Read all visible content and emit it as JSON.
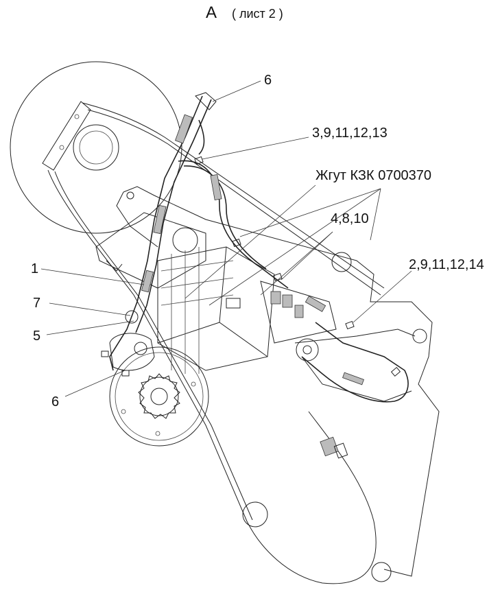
{
  "header": {
    "view_letter": "А",
    "sheet_note": "( лист 2 )"
  },
  "callouts": {
    "top_6": "6",
    "c_3_9_11_12_13": "3,9,11,12,13",
    "harness": "Жгут КЗК 0700370",
    "c_4_8_10": "4,8,10",
    "c_1": "1",
    "c_2_9_11_12_14": "2,9,11,12,14",
    "c_7": "7",
    "c_5": "5",
    "bottom_6": "6"
  }
}
